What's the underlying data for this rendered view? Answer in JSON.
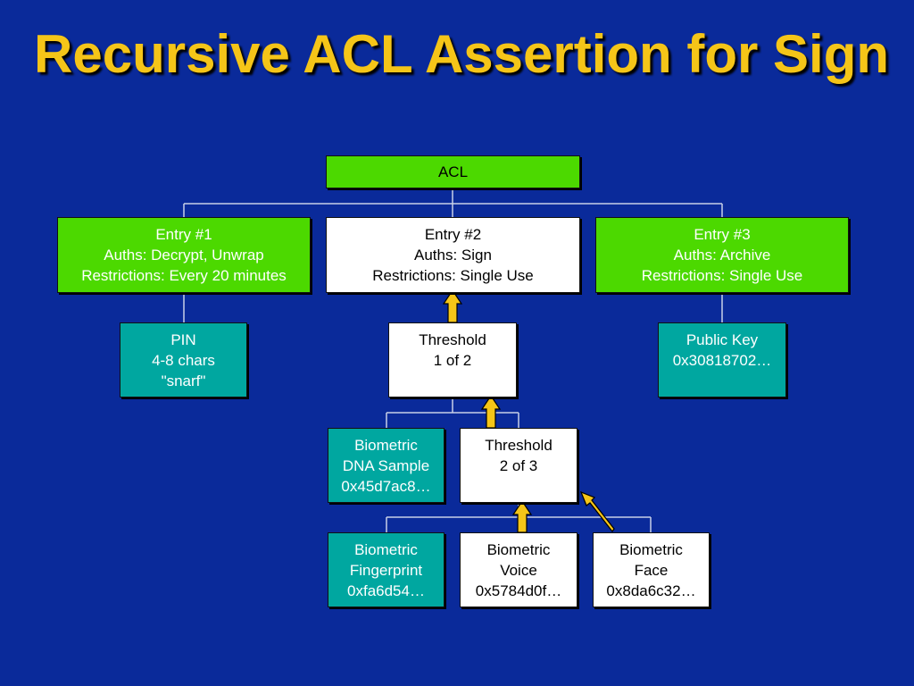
{
  "title": "Recursive ACL Assertion for Sign",
  "colors": {
    "background": "#0a2a9a",
    "title": "#f5c518",
    "green_node": "#4cd900",
    "teal_node": "#00a7a0",
    "white_node": "#ffffff",
    "arrow": "#f5c518",
    "connector": "#c8d0e8"
  },
  "nodes": {
    "acl": {
      "lines": [
        "ACL"
      ]
    },
    "entry1": {
      "lines": [
        "Entry #1",
        "Auths: Decrypt, Unwrap",
        "Restrictions: Every 20 minutes"
      ]
    },
    "entry2": {
      "lines": [
        "Entry #2",
        "Auths: Sign",
        "Restrictions: Single Use"
      ]
    },
    "entry3": {
      "lines": [
        "Entry #3",
        "Auths: Archive",
        "Restrictions: Single Use"
      ]
    },
    "pin": {
      "lines": [
        "PIN",
        "4-8 chars",
        "\"snarf\""
      ]
    },
    "threshold1": {
      "lines": [
        "Threshold",
        "1 of 2"
      ]
    },
    "pubkey": {
      "lines": [
        "Public Key",
        "0x30818702…"
      ]
    },
    "dna": {
      "lines": [
        "Biometric",
        "DNA Sample",
        "0x45d7ac8…"
      ]
    },
    "threshold2": {
      "lines": [
        "Threshold",
        "2 of 3"
      ]
    },
    "fingerprint": {
      "lines": [
        "Biometric",
        "Fingerprint",
        "0xfa6d54…"
      ]
    },
    "voice": {
      "lines": [
        "Biometric",
        "Voice",
        "0x5784d0f…"
      ]
    },
    "face": {
      "lines": [
        "Biometric",
        "Face",
        "0x8da6c32…"
      ]
    }
  }
}
